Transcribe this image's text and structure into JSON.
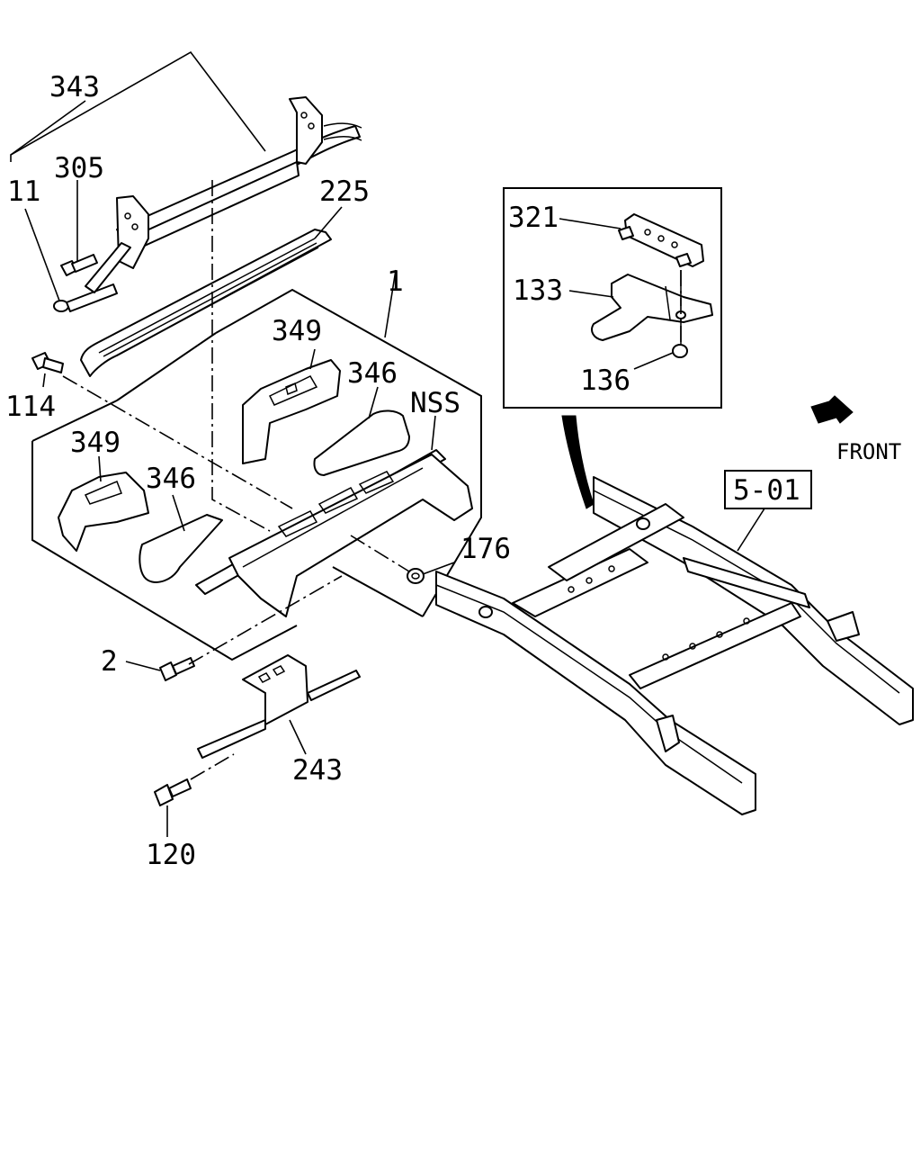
{
  "diagram": {
    "front_label": "FRONT",
    "ref_box_label": "5-01",
    "callouts": {
      "c343": "343",
      "c305": "305",
      "c11": "11",
      "c225": "225",
      "c1": "1",
      "c349a": "349",
      "c346a": "346",
      "nss": "NSS",
      "c114": "114",
      "c349b": "349",
      "c346b": "346",
      "c176": "176",
      "c2": "2",
      "c243": "243",
      "c120": "120",
      "c321": "321",
      "c133": "133",
      "c136": "136"
    }
  }
}
